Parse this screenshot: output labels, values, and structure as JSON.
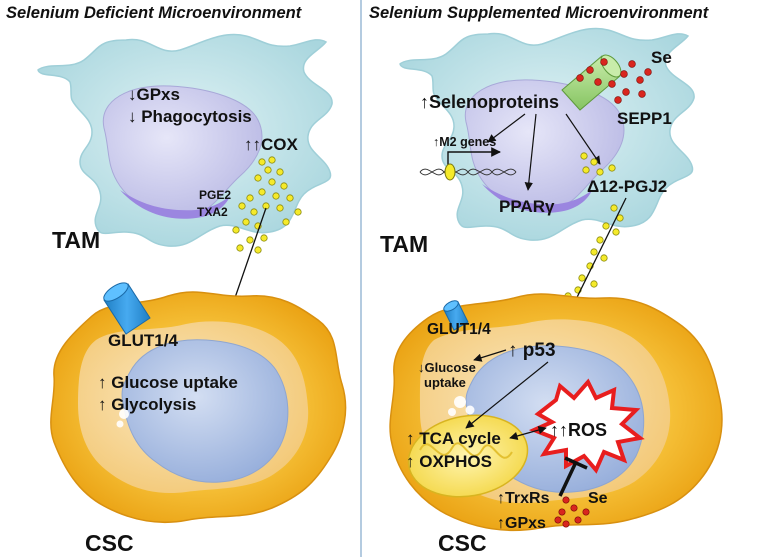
{
  "panels": {
    "left": {
      "title": "Selenium Deficient Microenvironment",
      "tam_label": "TAM",
      "csc_label": "CSC",
      "tam_text": {
        "gpx": "↓GPxs",
        "phago": "↓ Phagocytosis",
        "cox": "↑↑COX",
        "pge2": "PGE2",
        "txa2": "TXA2"
      },
      "csc_text": {
        "glut": "GLUT1/4",
        "glucose": "↑ Glucose uptake",
        "glycolysis": "↑ Glycolysis"
      }
    },
    "right": {
      "title": "Selenium Supplemented Microenvironment",
      "tam_label": "TAM",
      "csc_label": "CSC",
      "tam_text": {
        "se": "Se",
        "selenoproteins": "↑Selenoproteins",
        "sepp1": "SEPP1",
        "m2": "↑M2 genes",
        "ppar": "PPARγ",
        "pgj2": "Δ12-PGJ2"
      },
      "csc_text": {
        "glut": "GLUT1/4",
        "p53": "↑ p53",
        "glucose_down_1": "↓Glucose",
        "glucose_down_2": "uptake",
        "tca": "↑ TCA cycle",
        "oxphos": "↑ OXPHOS",
        "ros": "↑↑ROS",
        "trxrs": "↑TrxRs",
        "gpxs": "↑GPxs",
        "se": "Se"
      }
    }
  },
  "colors": {
    "tam_body": "#c9e6ea",
    "tam_nucleus": "#c9c9ec",
    "tam_nucleus_accent": "#9b86e0",
    "csc_outer": "#f5b51a",
    "csc_inner": "#f8dda0",
    "csc_nucleus": "#b4c6e6",
    "glut": "#2e94d8",
    "dots_yellow": "#f5ea2a",
    "se_red": "#d8261e",
    "sepp1": "#a9d88a",
    "ros_fill": "#ffffff",
    "ros_stroke": "#e81e1e",
    "divider": "#9bbad6"
  }
}
